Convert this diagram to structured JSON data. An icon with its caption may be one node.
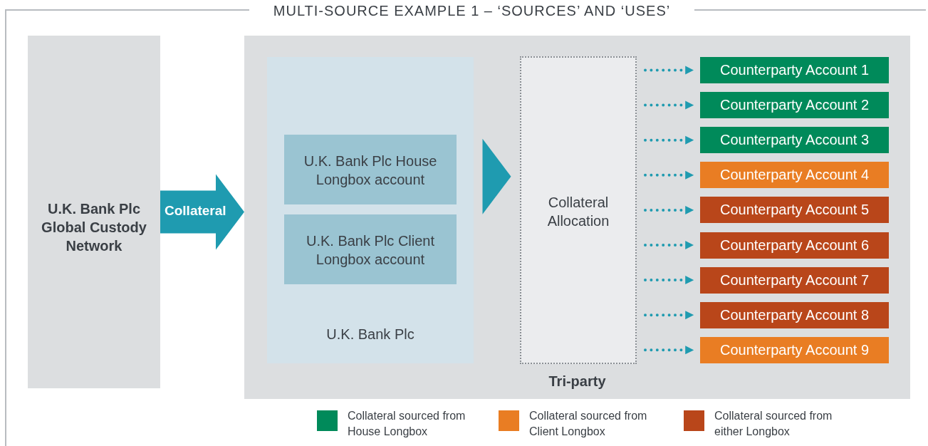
{
  "diagram": {
    "title": "MULTI-SOURCE EXAMPLE 1 – ‘SOURCES’ AND ‘USES’",
    "nodes": [
      {
        "text": [
          "U.K. Bank Plc Global Custody Network"
        ]
      },
      {
        "text": [
          "Tri-party"
        ]
      },
      {
        "text": [
          "U.K. Bank Plc"
        ],
        "in": 1
      },
      {
        "text": [
          "U.K. Bank Plc House Longbox account"
        ],
        "in": 2
      },
      {
        "text": [
          "U.K. Bank Plc Client Longbox account"
        ],
        "in": 2
      },
      {
        "text": [
          "Collateral Allocation"
        ],
        "in": 1
      },
      {
        "text": [
          "Counterparty Account 1"
        ],
        "in": 1
      },
      {
        "text": [
          "Counterparty Account 2"
        ],
        "in": 1
      },
      {
        "text": [
          "Counterparty Account 3"
        ],
        "in": 1
      },
      {
        "text": [
          "Counterparty Account 4"
        ],
        "in": 1
      },
      {
        "text": [
          "Counterparty Account 5"
        ],
        "in": 1
      },
      {
        "text": [
          "Counterparty Account 6"
        ],
        "in": 1
      },
      {
        "text": [
          "Counterparty Account 7"
        ],
        "in": 1
      },
      {
        "text": [
          "Counterparty Account 8"
        ],
        "in": 1
      },
      {
        "text": [
          "Counterparty Account 9"
        ],
        "in": 1
      }
    ],
    "edges": [
      {
        "from": 0,
        "to": 1,
        "arrow": "to",
        "label": "Collateral",
        "style": "thick"
      },
      {
        "from": 2,
        "to": 5,
        "arrow": "to",
        "style": "thick"
      },
      {
        "from": 5,
        "to": 6,
        "arrow": "to",
        "style": "dashed"
      },
      {
        "from": 5,
        "to": 7,
        "arrow": "to",
        "style": "dashed"
      },
      {
        "from": 5,
        "to": 8,
        "arrow": "to",
        "style": "dashed"
      },
      {
        "from": 5,
        "to": 9,
        "arrow": "to",
        "style": "dashed"
      },
      {
        "from": 5,
        "to": 10,
        "arrow": "to",
        "style": "dashed"
      },
      {
        "from": 5,
        "to": 11,
        "arrow": "to",
        "style": "dashed"
      },
      {
        "from": 5,
        "to": 12,
        "arrow": "to",
        "style": "dashed"
      },
      {
        "from": 5,
        "to": 13,
        "arrow": "to",
        "style": "dashed"
      },
      {
        "from": 5,
        "to": 14,
        "arrow": "to",
        "style": "dashed"
      }
    ],
    "legend": [
      {
        "text": "Collateral sourced from House Longbox",
        "color": "#008a5a"
      },
      {
        "text": "Collateral sourced from Client Longbox",
        "color": "#e97d23"
      },
      {
        "text": "Collateral sourced from either Longbox",
        "color": "#b9461a"
      }
    ]
  }
}
